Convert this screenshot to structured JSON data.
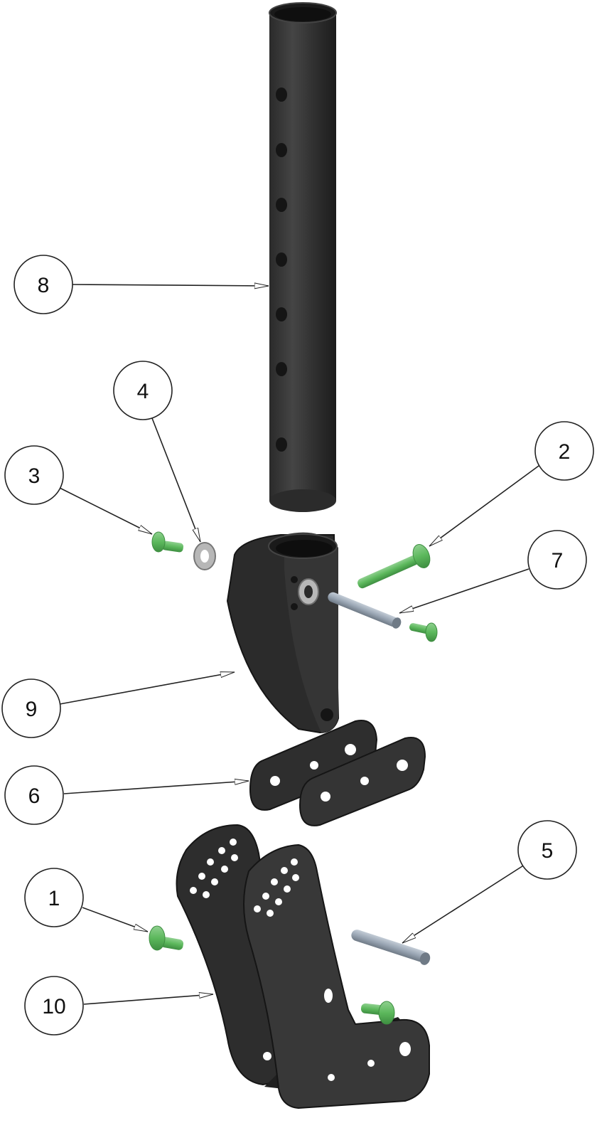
{
  "colors": {
    "part_dark": "#2b2b2b",
    "part_mid": "#3a3a3a",
    "part_edge": "#161616",
    "fastener_green": "#5cb85c",
    "fastener_green_dark": "#3e8e41",
    "washer_gray": "#b7b7b7",
    "pin_blue_gray": "#9aa6b4",
    "leader_line": "#222222"
  },
  "callouts": [
    {
      "id": "c8",
      "label": "8"
    },
    {
      "id": "c4",
      "label": "4"
    },
    {
      "id": "c3",
      "label": "3"
    },
    {
      "id": "c2",
      "label": "2"
    },
    {
      "id": "c7",
      "label": "7"
    },
    {
      "id": "c9",
      "label": "9"
    },
    {
      "id": "c6",
      "label": "6"
    },
    {
      "id": "c5",
      "label": "5"
    },
    {
      "id": "c1",
      "label": "1"
    },
    {
      "id": "c10",
      "label": "10"
    }
  ]
}
